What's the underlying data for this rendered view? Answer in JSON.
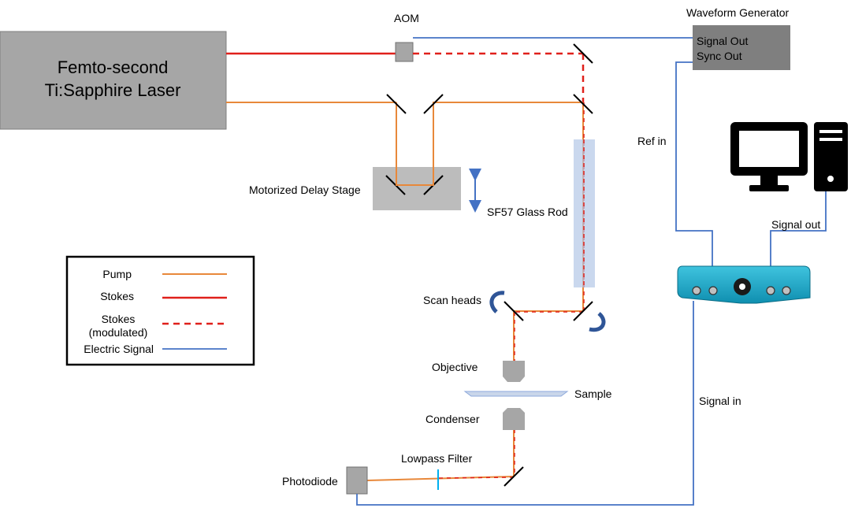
{
  "components": {
    "laser_line1": "Femto-second",
    "laser_line2": "Ti:Sapphire Laser",
    "aom": "AOM",
    "waveform_generator": "Waveform Generator",
    "signal_out": "Signal Out",
    "sync_out": "Sync Out",
    "ref_in": "Ref in",
    "delay_stage": "Motorized Delay Stage",
    "glass_rod": "SF57 Glass Rod",
    "scan_heads": "Scan heads",
    "objective": "Objective",
    "sample": "Sample",
    "condenser": "Condenser",
    "lowpass_filter": "Lowpass Filter",
    "photodiode": "Photodiode",
    "signal_in": "Signal in",
    "signal_out_computer": "Signal out"
  },
  "legend": {
    "pump": "Pump",
    "stokes": "Stokes",
    "stokes_mod_line1": "Stokes",
    "stokes_mod_line2": "(modulated)",
    "electric": "Electric Signal"
  },
  "colors": {
    "pump": "#E8883A",
    "stokes": "#E0201B",
    "electric": "#4472C4",
    "box_gray": "#A6A6A6",
    "lockin_teal": "#17A7C8"
  },
  "icons": [
    "computer-monitor-icon",
    "computer-tower-icon",
    "rotate-arrow-icon",
    "lockin-amplifier-device"
  ]
}
